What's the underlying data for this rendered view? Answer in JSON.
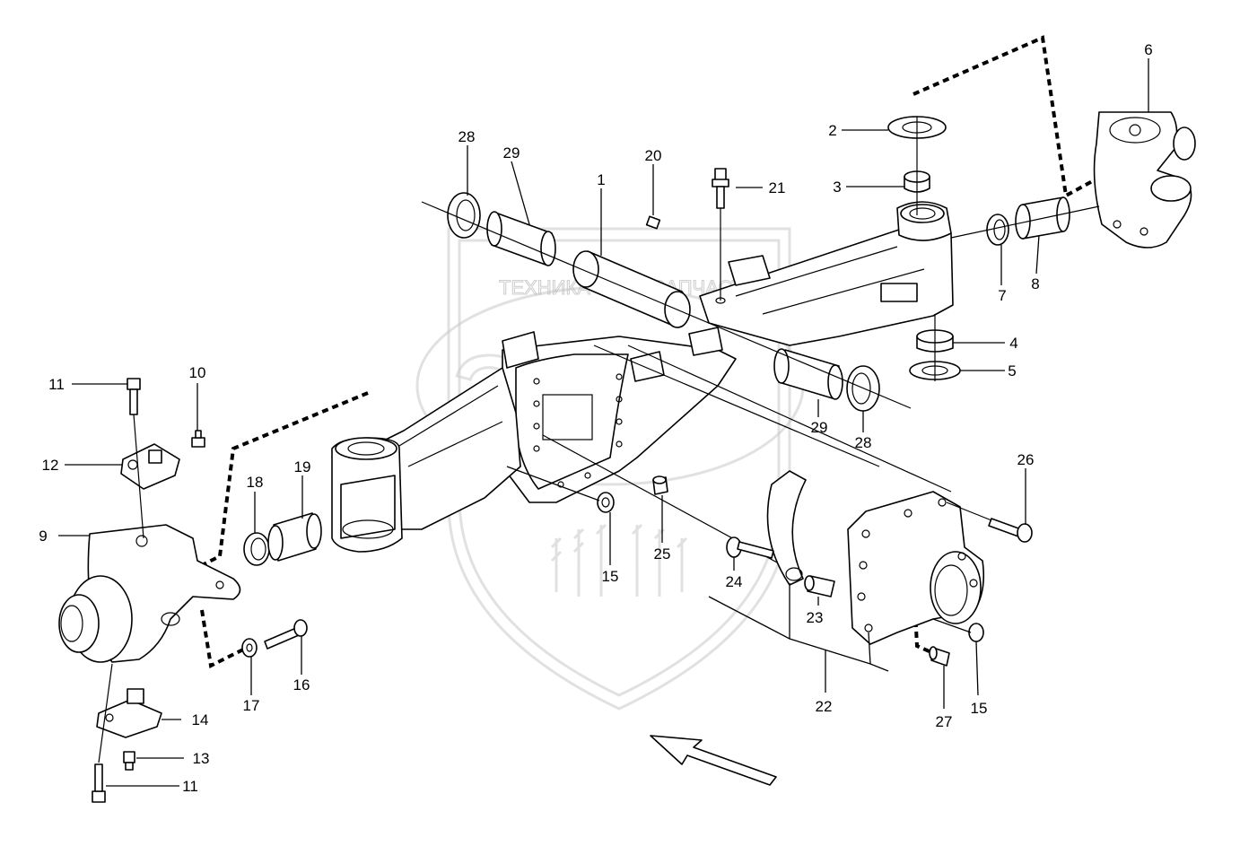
{
  "watermark": {
    "left_text": "ТЕХНИКА",
    "right_text": "ЗАПЧАСТИ",
    "emblem_text": "ЭПФ"
  },
  "callouts": [
    {
      "id": "c1",
      "label": "1"
    },
    {
      "id": "c2",
      "label": "2"
    },
    {
      "id": "c3",
      "label": "3"
    },
    {
      "id": "c4",
      "label": "4"
    },
    {
      "id": "c5",
      "label": "5"
    },
    {
      "id": "c6",
      "label": "6"
    },
    {
      "id": "c7",
      "label": "7"
    },
    {
      "id": "c8",
      "label": "8"
    },
    {
      "id": "c9",
      "label": "9"
    },
    {
      "id": "c10",
      "label": "10"
    },
    {
      "id": "c11a",
      "label": "11"
    },
    {
      "id": "c11b",
      "label": "11"
    },
    {
      "id": "c12",
      "label": "12"
    },
    {
      "id": "c13",
      "label": "13"
    },
    {
      "id": "c14",
      "label": "14"
    },
    {
      "id": "c15a",
      "label": "15"
    },
    {
      "id": "c15b",
      "label": "15"
    },
    {
      "id": "c16",
      "label": "16"
    },
    {
      "id": "c17",
      "label": "17"
    },
    {
      "id": "c18",
      "label": "18"
    },
    {
      "id": "c19",
      "label": "19"
    },
    {
      "id": "c20",
      "label": "20"
    },
    {
      "id": "c21",
      "label": "21"
    },
    {
      "id": "c22",
      "label": "22"
    },
    {
      "id": "c23",
      "label": "23"
    },
    {
      "id": "c24",
      "label": "24"
    },
    {
      "id": "c25",
      "label": "25"
    },
    {
      "id": "c26",
      "label": "26"
    },
    {
      "id": "c27",
      "label": "27"
    },
    {
      "id": "c28a",
      "label": "28"
    },
    {
      "id": "c28b",
      "label": "28"
    },
    {
      "id": "c29a",
      "label": "29"
    },
    {
      "id": "c29b",
      "label": "29"
    }
  ]
}
